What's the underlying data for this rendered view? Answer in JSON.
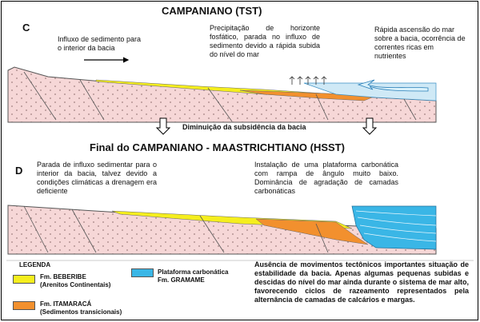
{
  "panel_c": {
    "title": "CAMPANIANO (TST)",
    "letter": "C",
    "note_left": "Influxo de sedimento para o interior da bacia",
    "note_center": "Precipitação de horizonte fosfático, parada no influxo de sedimento devido a rápida subida do nível do mar",
    "note_right": "Rápida ascensão do mar sobre a bacia, ocorrência de correntes ricas em nutrientes"
  },
  "transition_label": "Diminuição da subsidência da bacia",
  "panel_d": {
    "title": "Final do CAMPANIANO - MAASTRICHTIANO (HSST)",
    "letter": "D",
    "note_left": "Parada de influxo sedimentar para o interior da bacia, talvez devido a condições climáticas a drenagem era deficiente",
    "note_right": "Instalação de uma plataforma carbonática com rampa de ângulo muito baixo. Dominância de agradação de camadas carbonáticas"
  },
  "legend": {
    "heading": "LEGENDA",
    "items": [
      {
        "line1": "Fm. BEBERIBE",
        "line2": "(Arenitos Continentais)",
        "color": "#f5ee1e"
      },
      {
        "line1": "Fm. ITAMARACÁ",
        "line2": "(Sedimentos transicionais)",
        "color": "#f2902e"
      },
      {
        "line1": "Plataforma carbonática",
        "line2": "Fm. GRAMAME",
        "color": "#3ab6e6"
      }
    ]
  },
  "summary": "Ausência de movimentos tectônicos importantes situação de estabilidade da bacia. Apenas algumas pequenas subidas e descidas do nível do mar ainda durante o sistema de mar alto, favorecendo ciclos de razeamento representados pela alternância de camadas de calcários e margas.",
  "colors": {
    "basement": "#f6d7d7",
    "beberibe": "#f5ee1e",
    "itamaraca": "#f2902e",
    "gramame": "#3ab6e6"
  }
}
